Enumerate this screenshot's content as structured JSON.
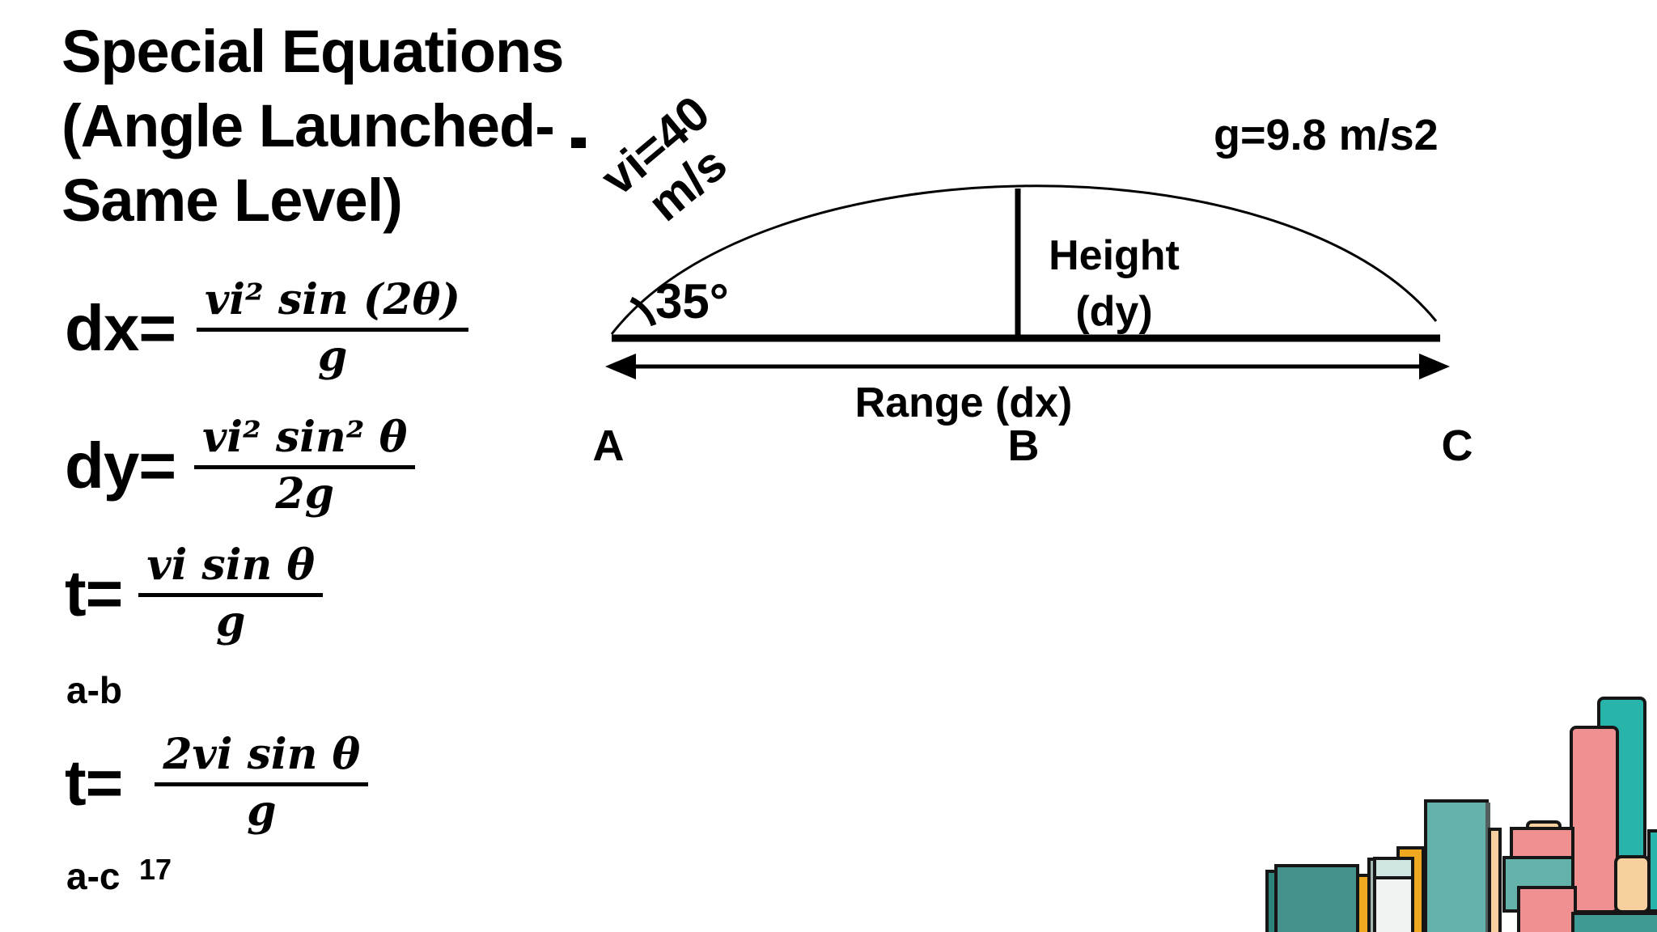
{
  "slide": {
    "title_lines": [
      "Special Equations",
      "(Angle Launched-",
      "Same Level)"
    ],
    "page_number": "17"
  },
  "equations": [
    {
      "lhs": "dx=",
      "numerator": "vi² sin (2θ)",
      "denominator": "g",
      "note": ""
    },
    {
      "lhs": "dy=",
      "numerator": "vi² sin² θ",
      "denominator": "2g",
      "note": ""
    },
    {
      "lhs": "t=",
      "numerator": "vi sin θ",
      "denominator": "g",
      "note": "a-b"
    },
    {
      "lhs": "t=",
      "numerator": "2vi sin θ",
      "denominator": "g",
      "note": "a-c"
    }
  ],
  "diagram": {
    "initial_velocity": {
      "line1": "vi=40",
      "line2": "m/s"
    },
    "launch_angle": "35°",
    "gravity": "g=9.8 m/s2",
    "height_label": {
      "line1": "Height",
      "line2": "(dy)"
    },
    "range_label": "Range (dx)",
    "points": {
      "a": "A",
      "b": "B",
      "c": "C"
    }
  },
  "colors": {
    "ink": "#000000",
    "outline": "#161616",
    "teal_left": "#45918b",
    "teal_left_edge": "#2e837c",
    "amber": "#f0a821",
    "gray_sliver": "#a5b8b3",
    "white_building": "#f1f3f2",
    "white_building_band": "#cfe6e2",
    "teal_mid": "#63b3ab",
    "shadow_sliver": "#525f5c",
    "peach": "#f8cf9e",
    "teal_bright": "#28b4ab",
    "salmon": "#f19090",
    "teal_strip": "#3f9a94"
  }
}
